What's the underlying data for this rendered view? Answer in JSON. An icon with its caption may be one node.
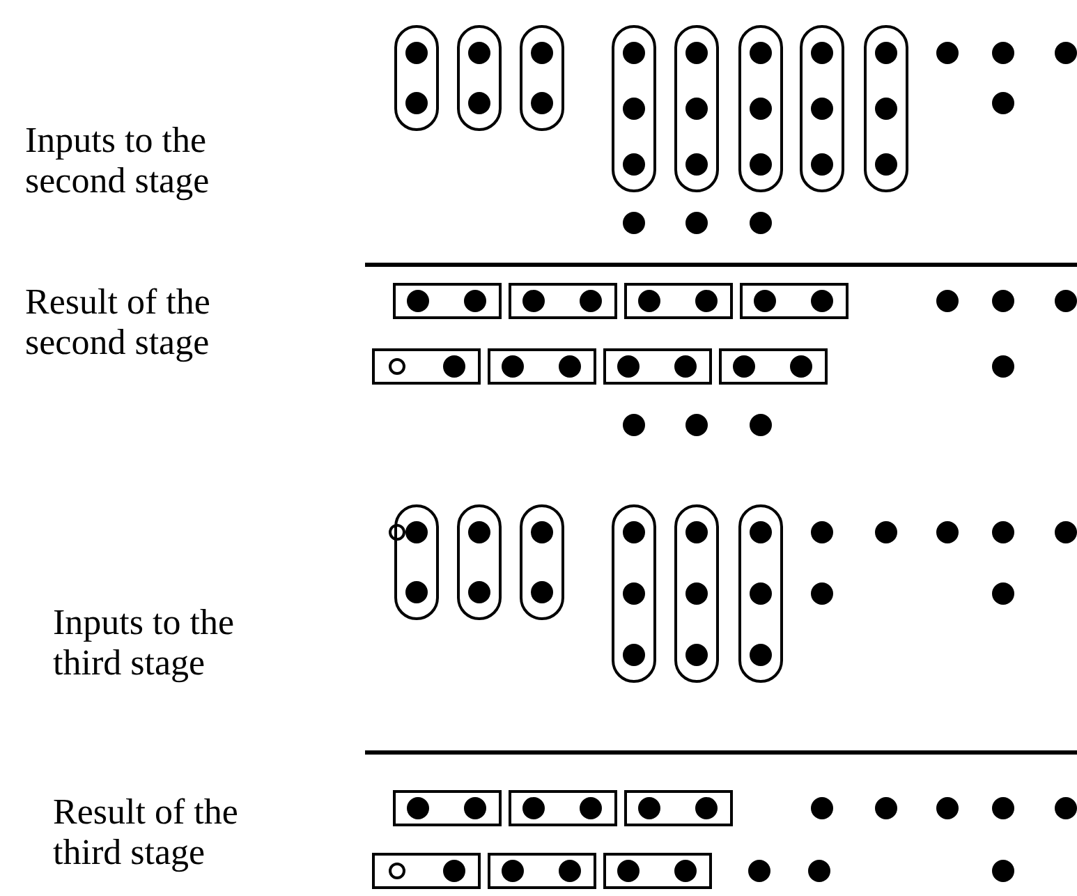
{
  "diagram": {
    "labels": [
      "Inputs to the second stage",
      "Result of the second stage",
      "Inputs to the third stage",
      "Result of the third stage"
    ]
  }
}
